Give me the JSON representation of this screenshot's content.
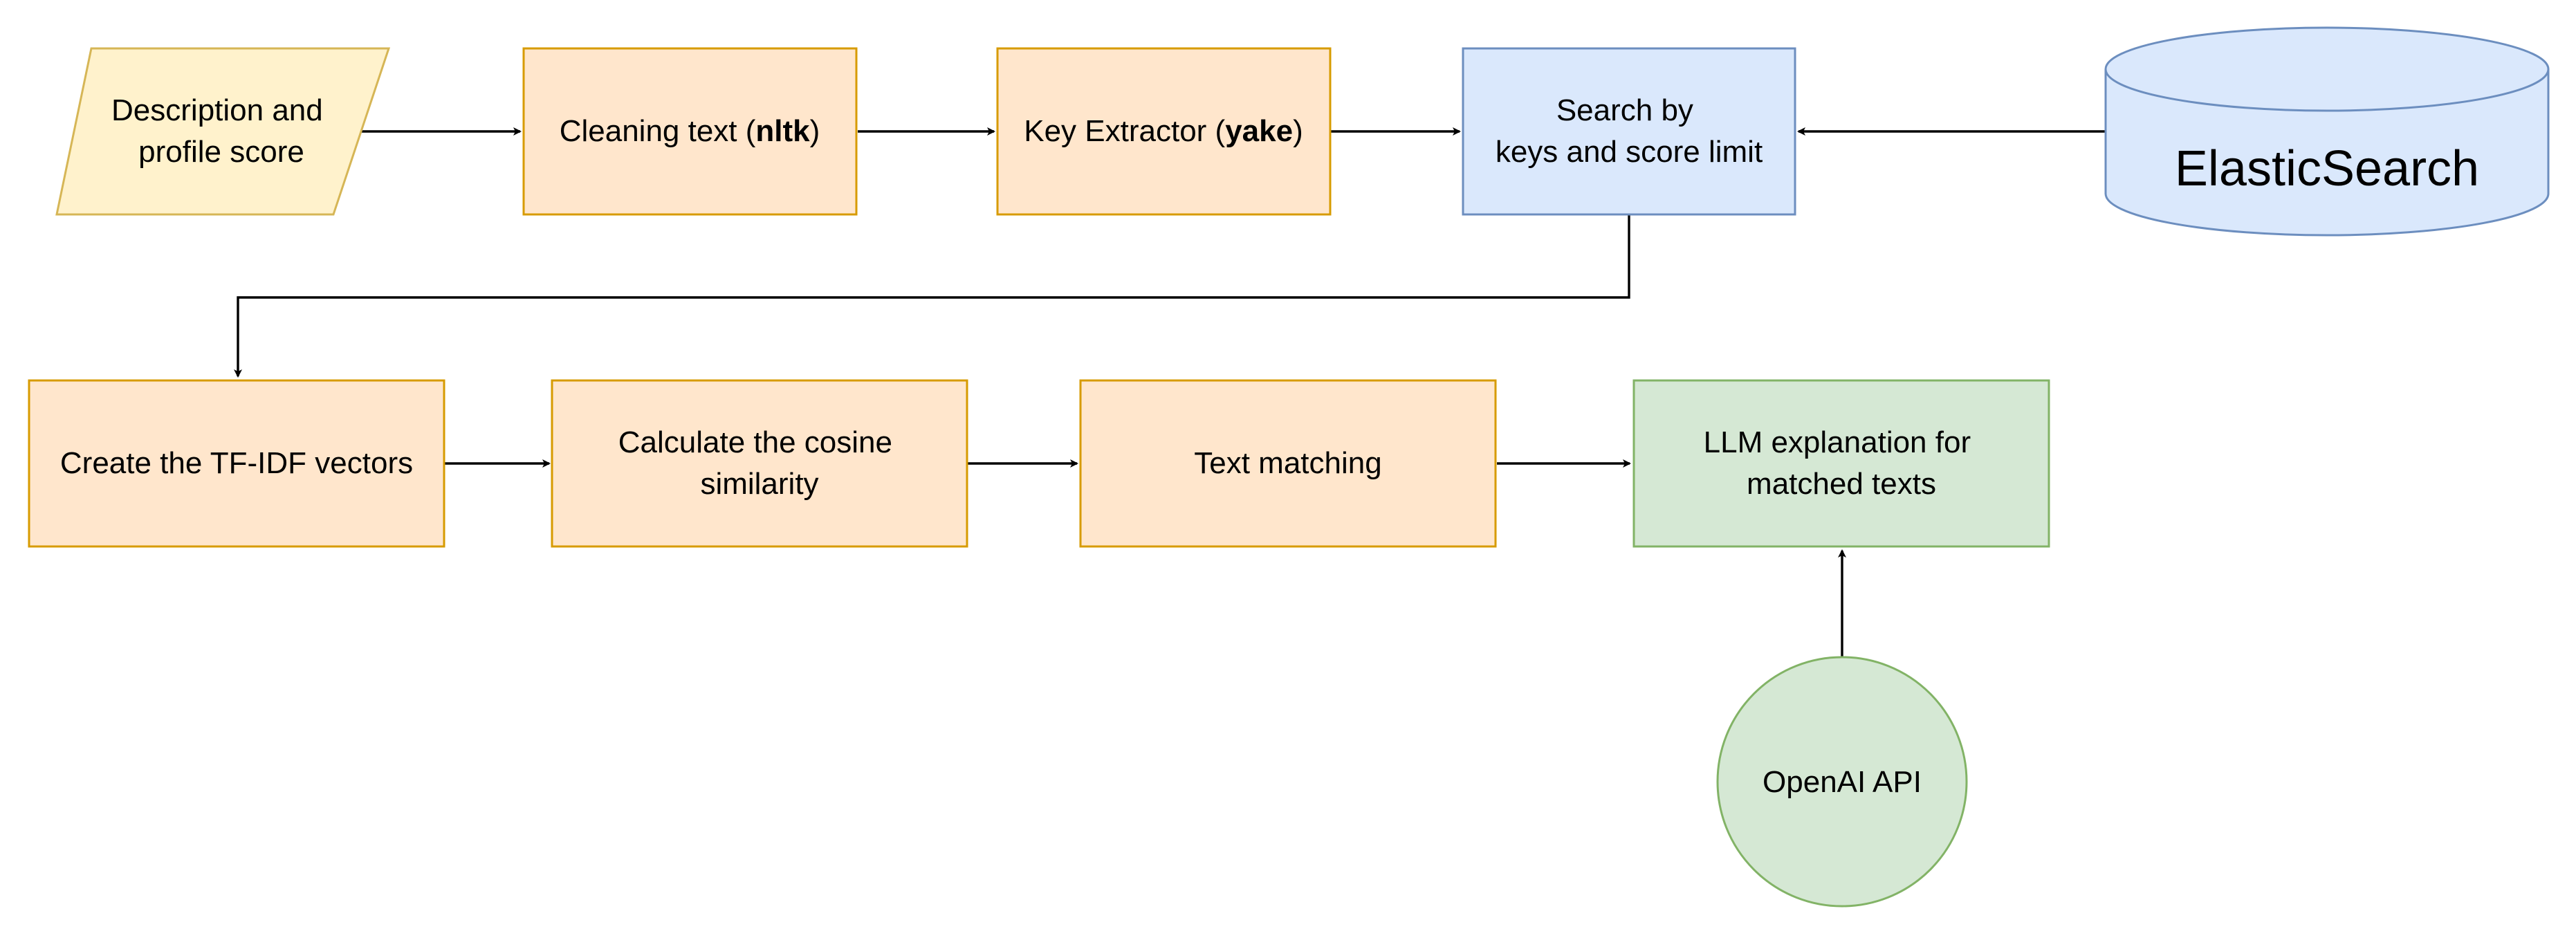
{
  "nodes": {
    "input": {
      "lines": [
        "Description and",
        "profile score"
      ],
      "fill": "#fff2cc",
      "stroke": "#d6b656"
    },
    "cleaning": {
      "runs": [
        {
          "text": "Cleaning text (",
          "bold": false
        },
        {
          "text": "nltk",
          "bold": true
        },
        {
          "text": ")",
          "bold": false
        }
      ],
      "fill": "#ffe6cc",
      "stroke": "#d79b00"
    },
    "key_extractor": {
      "runs": [
        {
          "text": "Key Extractor (",
          "bold": false
        },
        {
          "text": "yake",
          "bold": true
        },
        {
          "text": ")",
          "bold": false
        }
      ],
      "fill": "#ffe6cc",
      "stroke": "#d79b00"
    },
    "search": {
      "lines": [
        "Search by",
        "keys and score limit"
      ],
      "fill": "#dae8fc",
      "stroke": "#6c8ebf"
    },
    "elasticsearch": {
      "label": "ElasticSearch",
      "fill": "#dae8fc",
      "stroke": "#6c8ebf"
    },
    "tfidf": {
      "label": "Create the TF-IDF vectors",
      "fill": "#ffe6cc",
      "stroke": "#d79b00"
    },
    "cosine": {
      "lines": [
        "Calculate the cosine",
        "similarity"
      ],
      "fill": "#ffe6cc",
      "stroke": "#d79b00"
    },
    "text_matching": {
      "label": "Text matching",
      "fill": "#ffe6cc",
      "stroke": "#d79b00"
    },
    "llm": {
      "lines": [
        "LLM explanation for",
        "matched texts"
      ],
      "fill": "#d5e8d4",
      "stroke": "#82b366"
    },
    "openai": {
      "label": "OpenAI API",
      "fill": "#d5e8d4",
      "stroke": "#82b366"
    }
  },
  "edges": [
    [
      "input",
      "cleaning"
    ],
    [
      "cleaning",
      "key_extractor"
    ],
    [
      "key_extractor",
      "search"
    ],
    [
      "elasticsearch",
      "search"
    ],
    [
      "search",
      "tfidf"
    ],
    [
      "tfidf",
      "cosine"
    ],
    [
      "cosine",
      "text_matching"
    ],
    [
      "text_matching",
      "llm"
    ],
    [
      "openai",
      "llm"
    ]
  ]
}
